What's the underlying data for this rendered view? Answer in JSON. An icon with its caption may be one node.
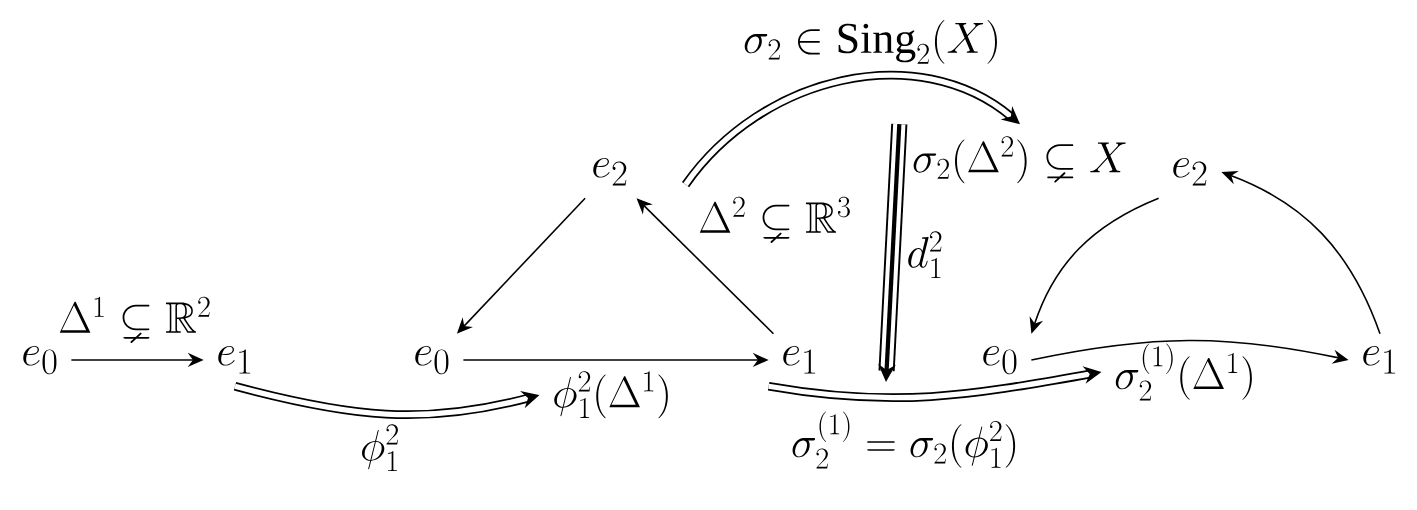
{
  "diagram": {
    "nodes": [
      {
        "text": [
          "e_0"
        ]
      },
      {
        "text": [
          "e_1"
        ]
      },
      {
        "text": [
          "e_2"
        ]
      },
      {
        "text": [
          "e_0"
        ]
      },
      {
        "text": [
          "e_1"
        ]
      },
      {
        "text": [
          "\\Delta^2 \\subsetneq \\mathbb{R}^3"
        ]
      },
      {
        "text": [
          "\\phi_1^2(\\Delta^1)"
        ]
      },
      {
        "text": [
          "e_2"
        ]
      },
      {
        "text": [
          "e_0"
        ]
      },
      {
        "text": [
          "e_1"
        ]
      },
      {
        "text": [
          "\\sigma_2(\\Delta^2) \\subsetneq X"
        ]
      },
      {
        "text": [
          "\\sigma_2^{(1)}(\\Delta^1)"
        ]
      }
    ],
    "edges": [
      {
        "from": 0,
        "to": 1,
        "arrow": "to",
        "label": "\\Delta^1 \\subsetneq \\mathbb{R}^2"
      },
      {
        "from": 2,
        "to": 3,
        "arrow": "to"
      },
      {
        "from": 3,
        "to": 4,
        "arrow": "to"
      },
      {
        "from": 4,
        "to": 2,
        "arrow": "to"
      },
      {
        "from": 1,
        "to": 6,
        "arrow": "to",
        "style": "thick",
        "label": "\\phi_1^2"
      },
      {
        "from": 5,
        "to": 10,
        "arrow": "to",
        "style": "thick",
        "label": "\\sigma_2 \\in \\mathrm{Sing}_2(X)"
      },
      {
        "from": 10,
        "to": null,
        "arrow": "to",
        "style": "thick",
        "label": "d_1^2"
      },
      {
        "from": 4,
        "to": 11,
        "arrow": "to",
        "style": "thick",
        "label": "\\sigma_2^{(1)} = \\sigma_2(\\phi_1^2)"
      },
      {
        "from": 7,
        "to": 8,
        "arrow": "to"
      },
      {
        "from": 8,
        "to": 9,
        "arrow": "to"
      },
      {
        "from": 9,
        "to": 7,
        "arrow": "to"
      }
    ]
  }
}
